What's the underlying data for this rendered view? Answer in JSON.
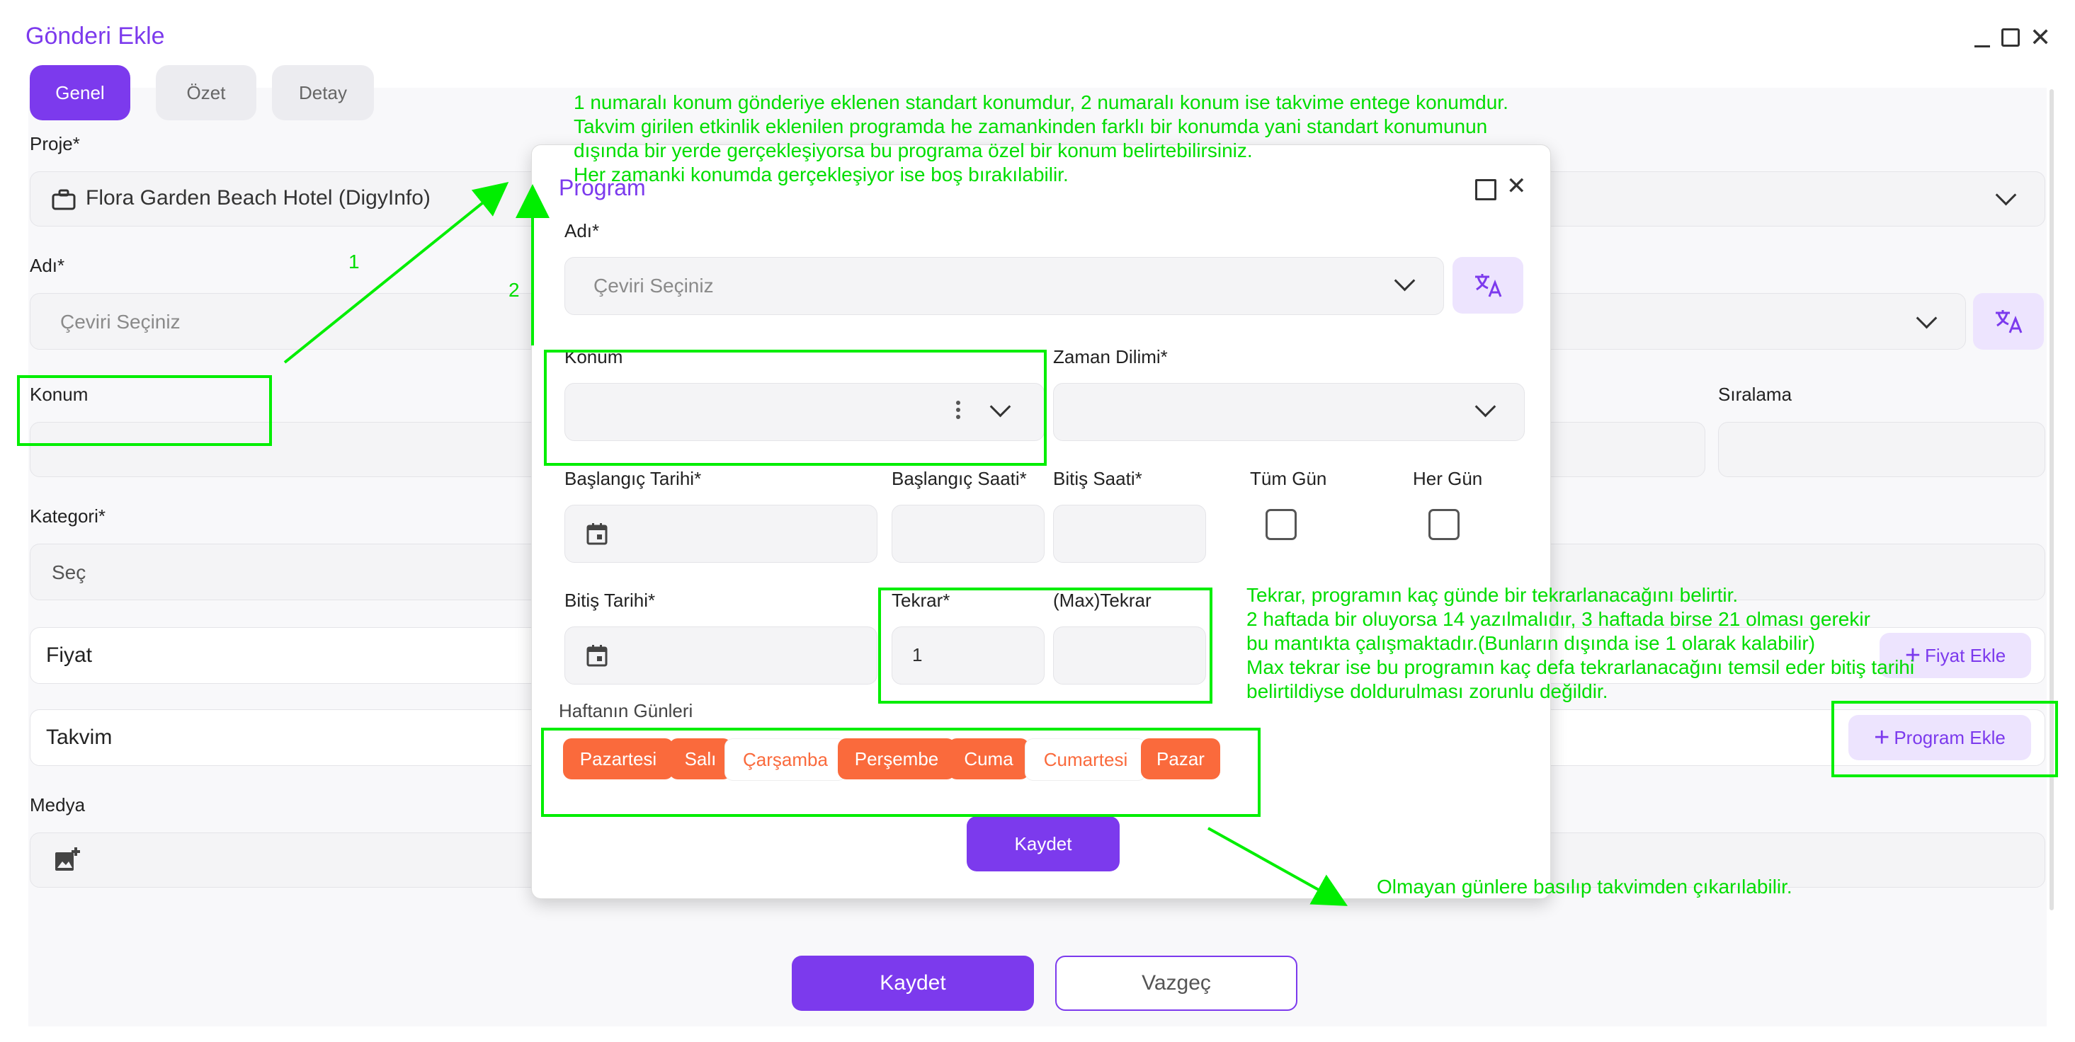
{
  "window": {
    "title": "Gönderi Ekle"
  },
  "tabs": [
    {
      "label": "Genel"
    },
    {
      "label": "Özet"
    },
    {
      "label": "Detay"
    }
  ],
  "form": {
    "proje": {
      "label": "Proje*",
      "value": "Flora Garden Beach Hotel (DigyInfo)"
    },
    "adi": {
      "label": "Adı*",
      "placeholder": "Çeviri Seçiniz"
    },
    "konum": {
      "label": "Konum"
    },
    "siralama": {
      "label": "Sıralama"
    },
    "kategori": {
      "label": "Kategori*",
      "placeholder": "Seç"
    },
    "fiyat": {
      "label": "Fiyat",
      "button": "Fiyat Ekle"
    },
    "takvim": {
      "label": "Takvim",
      "button": "Program Ekle"
    },
    "medya": {
      "label": "Medya"
    },
    "save": "Kaydet",
    "cancel": "Vazgeç"
  },
  "modal": {
    "title": "Program",
    "adi": {
      "label": "Adı*",
      "placeholder": "Çeviri Seçiniz"
    },
    "konum": {
      "label": "Konum"
    },
    "zaman_dilimi": {
      "label": "Zaman Dilimi*"
    },
    "baslangic_tarihi": {
      "label": "Başlangıç Tarihi*"
    },
    "baslangic_saati": {
      "label": "Başlangıç Saati*"
    },
    "bitis_saati": {
      "label": "Bitiş Saati*"
    },
    "tum_gun": {
      "label": "Tüm Gün"
    },
    "her_gun": {
      "label": "Her Gün"
    },
    "bitis_tarihi": {
      "label": "Bitiş Tarihi*"
    },
    "tekrar": {
      "label": "Tekrar*",
      "value": "1"
    },
    "max_tekrar": {
      "label": "(Max)Tekrar"
    },
    "haftanin_gunleri": {
      "label": "Haftanın Günleri"
    },
    "days": [
      {
        "label": "Pazartesi",
        "active": true
      },
      {
        "label": "Salı",
        "active": true
      },
      {
        "label": "Çarşamba",
        "active": false
      },
      {
        "label": "Perşembe",
        "active": true
      },
      {
        "label": "Cuma",
        "active": true
      },
      {
        "label": "Cumartesi",
        "active": false
      },
      {
        "label": "Pazar",
        "active": true
      }
    ],
    "save": "Kaydet"
  },
  "annotations": {
    "num1": "1",
    "num2": "2",
    "top": [
      "1 numaralı konum gönderiye eklenen standart konumdur, 2 numaralı konum ise takvime entege konumdur.",
      "Takvim girilen etkinlik eklenilen programda he zamankinden farklı bir konumda yani standart konumunun",
      "dışında bir yerde gerçekleşiyorsa bu programa özel bir konum belirtebilirsiniz.",
      "Her zamanki konumda gerçekleşiyor ise boş bırakılabilir."
    ],
    "right": [
      "Tekrar, programın kaç günde bir tekrarlanacağını belirtir.",
      "2 haftada bir oluyorsa 14 yazılmalıdır, 3 haftada birse 21 olması gerekir",
      "bu mantıkta çalışmaktadır.(Bunların dışında ise 1 olarak kalabilir)",
      "Max tekrar ise bu programın kaç defa tekrarlanacağını temsil eder bitiş tarihi",
      "belirtildiyse doldurulması zorunlu değildir."
    ],
    "bottom": "Olmayan günlere basılıp takvimden çıkarılabilir."
  },
  "colors": {
    "accent": "#7c3aed",
    "day_active": "#fa6a3c",
    "annotation": "#00ee00"
  }
}
